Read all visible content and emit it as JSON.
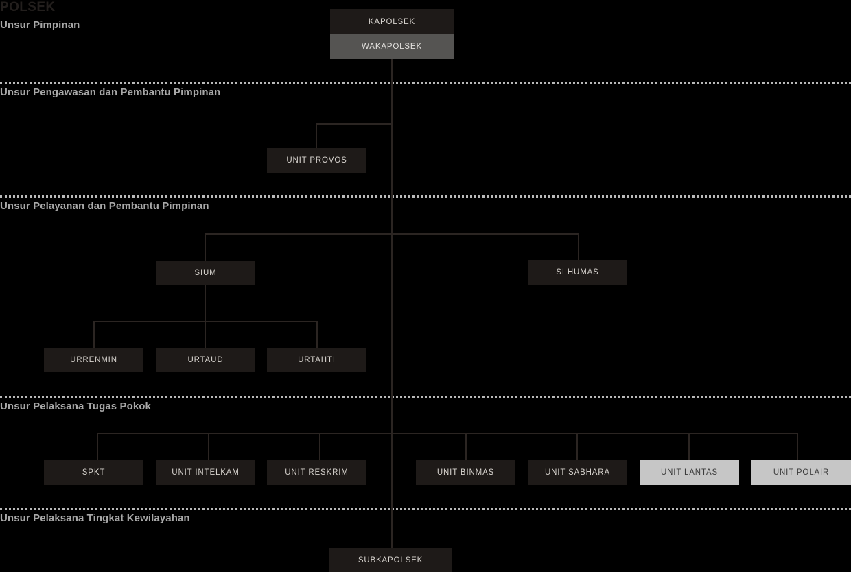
{
  "title": "POLSEK",
  "sections": [
    {
      "key": "pimpinan",
      "label": "Unsur Pimpinan"
    },
    {
      "key": "pengawasan",
      "label": "Unsur Pengawasan dan Pembantu Pimpinan"
    },
    {
      "key": "pelayanan",
      "label": "Unsur Pelayanan dan Pembantu Pimpinan"
    },
    {
      "key": "tugas_pokok",
      "label": "Unsur Pelaksana Tugas Pokok"
    },
    {
      "key": "kewilayahan",
      "label": "Unsur Pelaksana Tingkat Kewilayahan"
    }
  ],
  "nodes": {
    "kapolsek": "KAPOLSEK",
    "wakapolsek": "WAKAPOLSEK",
    "unit_provos": "UNIT PROVOS",
    "sium": "SIUM",
    "si_humas": "SI HUMAS",
    "urrenmin": "URRENMIN",
    "urtaud": "URTAUD",
    "urtahti": "URTAHTI",
    "spkt": "SPKT",
    "unit_intelkam": "UNIT INTELKAM",
    "unit_reskrim": "UNIT RESKRIM",
    "unit_binmas": "UNIT BINMAS",
    "unit_sabhara": "UNIT SABHARA",
    "unit_lantas": "UNIT LANTAS",
    "unit_polair": "UNIT POLAIR",
    "subkapolsek": "SUBKAPOLSEK"
  },
  "colors": {
    "background": "#000000",
    "box_dark": "#1e1a18",
    "box_mid": "#555452",
    "box_light": "#c6c6c6",
    "text_light": "#d6d2cd",
    "text_dark": "#3b3b3b",
    "label_gray": "#a8a8a8",
    "title_dark": "#231f1d",
    "connector": "#2b2522",
    "divider": "#b9b9b9"
  }
}
